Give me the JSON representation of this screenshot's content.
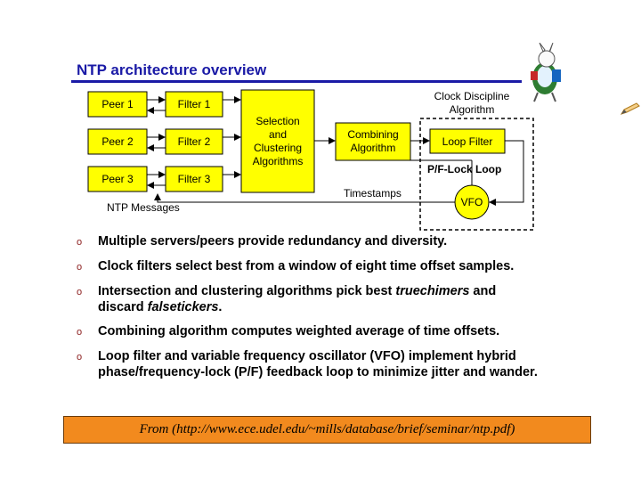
{
  "title": "NTP architecture overview",
  "diagram": {
    "peers": [
      "Peer 1",
      "Peer 2",
      "Peer 3"
    ],
    "filters": [
      "Filter 1",
      "Filter 2",
      "Filter 3"
    ],
    "selection": [
      "Selection",
      "and",
      "Clustering",
      "Algorithms"
    ],
    "combining": [
      "Combining",
      "Algorithm"
    ],
    "loop_filter": "Loop Filter",
    "vfo": "VFO",
    "clock_discipline": [
      "Clock Discipline",
      "Algorithm"
    ],
    "pf_lock_loop": "P/F-Lock Loop",
    "timestamps": "Timestamps",
    "ntp_messages": "NTP Messages",
    "colors": {
      "box_fill": "#ffff00",
      "box_border": "#000000",
      "title": "#1a1aa6",
      "source_box": "#f28a1e"
    }
  },
  "bullets": [
    {
      "text": "Multiple servers/peers provide redundancy and diversity."
    },
    {
      "text": "Clock filters select best from a window of eight time offset samples."
    },
    {
      "pre": "Intersection and clustering algorithms pick best ",
      "em1": "truechimers",
      "mid": " and discard ",
      "em2": "falsetickers",
      "post": "."
    },
    {
      "text": "Combining algorithm computes weighted average of time offsets."
    },
    {
      "text": "Loop filter and variable frequency oscillator (VFO) implement hybrid phase/frequency-lock (P/F) feedback loop to minimize jitter and wander."
    }
  ],
  "source": "From (http://www.ece.udel.edu/~mills/database/brief/seminar/ntp.pdf)"
}
